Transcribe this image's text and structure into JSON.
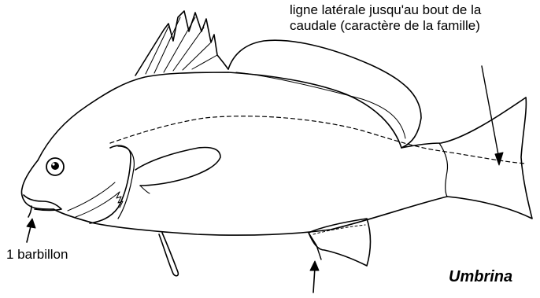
{
  "labels": {
    "lateral_line_line1": "ligne latérale jusqu'au bout de la",
    "lateral_line_line2": "caudale (caractère de la famille)",
    "barbel": "1 barbillon",
    "genus": "Umbrina"
  }
}
